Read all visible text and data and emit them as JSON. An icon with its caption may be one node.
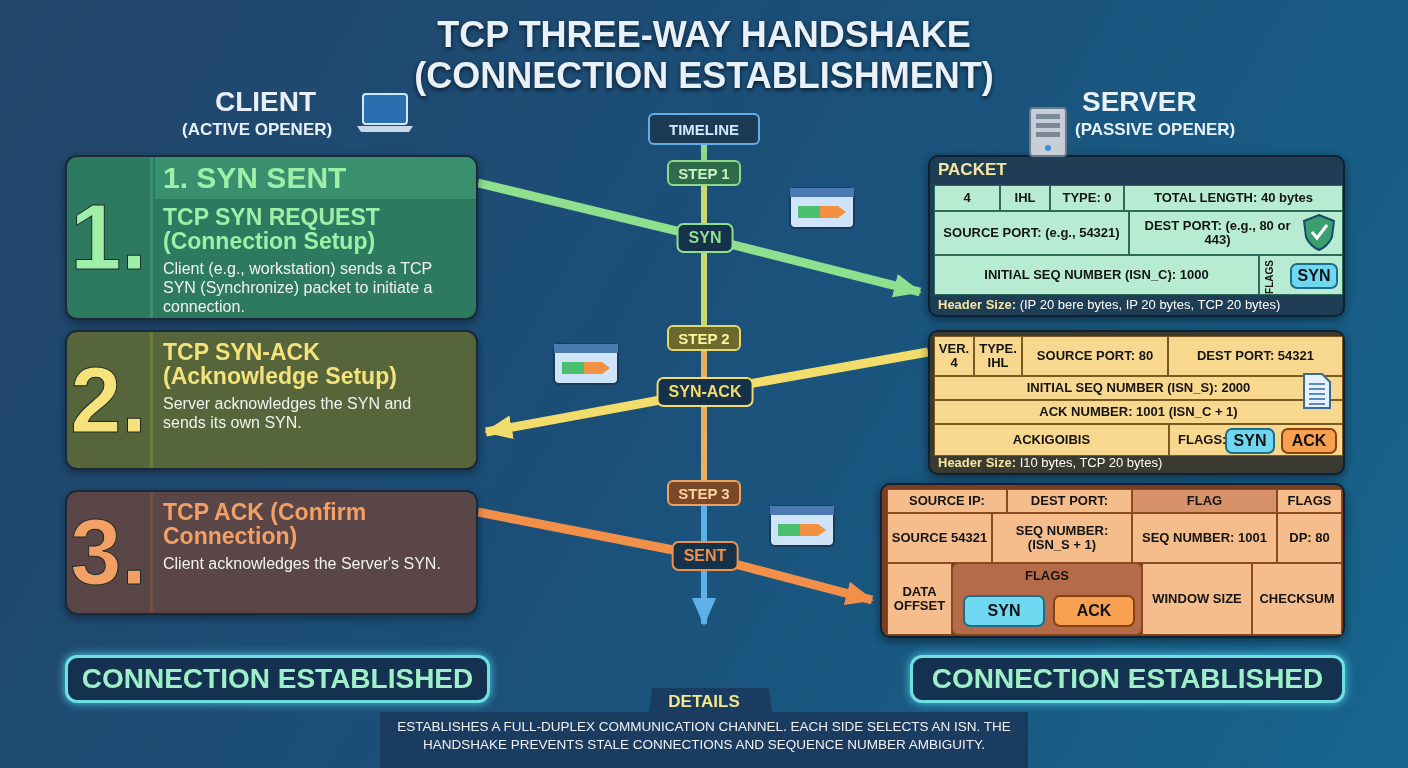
{
  "diagram": {
    "title": "TCP THREE-WAY HANDSHAKE (CONNECTION ESTABLISHMENT)",
    "nodes": [
      {
        "text": [
          "1.",
          "1. SYN SENT",
          "TCP SYN REQUEST (Connection Setup)",
          "Client (e.g., workstation) sends a TCP SYN (Synchronize) packet to initiate a connection."
        ]
      },
      {
        "text": [
          "2.",
          "TCP SYN-ACK (Acknowledge Setup)",
          "Server acknowledges the SYN and sends its own SYN."
        ]
      },
      {
        "text": [
          "3.",
          "TCP ACK (Confirm Connection)",
          "Client acknowledges the Server's SYN."
        ]
      },
      {
        "text": [
          "TIMELINE"
        ]
      },
      {
        "text": [
          "STEP 1"
        ]
      },
      {
        "text": [
          "STEP 2"
        ]
      },
      {
        "text": [
          "STEP 3"
        ]
      },
      {
        "text": [
          "PACKET",
          "**Header Size:** (IP 20 bere bytes, IP 20 bytes, TCP 20 bytes)"
        ]
      },
      {
        "text": [
          "4"
        ],
        "in": 7
      },
      {
        "text": [
          "IHL"
        ],
        "in": 7
      },
      {
        "text": [
          "TYPE: 0"
        ],
        "in": 7
      },
      {
        "text": [
          "**TOTAL LENGTH: 40** bytes"
        ],
        "in": 7
      },
      {
        "text": [
          "**SOURCE PORT:** (e.g., 54321)"
        ],
        "in": 7
      },
      {
        "text": [
          "**DEST PORT:** (e.g., 80 or 443)"
        ],
        "in": 7
      },
      {
        "text": [
          "**INITIAL SEQ NUMBER** (ISN_C): **1000**"
        ],
        "in": 7
      },
      {
        "text": [
          "FLAGS"
        ],
        "in": 7
      },
      {
        "text": [
          "SYN"
        ],
        "in": 15
      },
      {
        "text": [
          "**Header Size:** I10 bytes, TCP 20 bytes)"
        ]
      },
      {
        "text": [
          "VER. 4"
        ],
        "in": 17
      },
      {
        "text": [
          "TYPE. IHL"
        ],
        "in": 17
      },
      {
        "text": [
          "SOURCE PORT: 80"
        ],
        "in": 17
      },
      {
        "text": [
          "DEST PORT: 54321"
        ],
        "in": 17
      },
      {
        "text": [
          "INITIAL SEQ NUMBER (ISN_S): 2000"
        ],
        "in": 17
      },
      {
        "text": [
          "**ACK NUMBER: 1001** (ISN_C + 1)"
        ],
        "in": 17
      },
      {
        "text": [
          "ACKIGOIBIS"
        ],
        "in": 17
      },
      {
        "text": [
          "FLAGS:"
        ],
        "in": 17
      },
      {
        "text": [
          "SYN"
        ],
        "in": 25
      },
      {
        "text": [
          "ACK"
        ],
        "in": 25
      },
      {
        "text": [],
        "shape": "box"
      },
      {
        "text": [
          "SOURCE IP:"
        ],
        "in": 28
      },
      {
        "text": [
          "DEST PORT:"
        ],
        "in": 28
      },
      {
        "text": [
          "FLAG"
        ],
        "in": 28
      },
      {
        "text": [
          "FLAGS"
        ],
        "in": 28
      },
      {
        "text": [
          "SOURCE 54321"
        ],
        "in": 28
      },
      {
        "text": [
          "**SEQ NUMBER:** (ISN_S + 1)"
        ],
        "in": 28
      },
      {
        "text": [
          "SEQ NUMBER: 1001"
        ],
        "in": 28
      },
      {
        "text": [
          "DP: 80"
        ],
        "in": 28
      },
      {
        "text": [
          "DATA OFFSET"
        ],
        "in": 28
      },
      {
        "text": [
          "FLAGS"
        ],
        "in": 28
      },
      {
        "text": [
          "SYN"
        ],
        "in": 38
      },
      {
        "text": [
          "ACK"
        ],
        "in": 38
      },
      {
        "text": [
          "WINDOW SIZE"
        ],
        "in": 28
      },
      {
        "text": [
          "CHECKSUM"
        ],
        "in": 28
      },
      {
        "text": [
          "CONNECTION ESTABLISHED"
        ]
      },
      {
        "text": [
          "CONNECTION ESTABLISHED"
        ]
      },
      {
        "text": [
          "DETAILS",
          "ESTABLISHES A FULL-DUPLEX COMMUNICATION CHANNEL. EACH SIDE SELECTS AN ISN. THE HANDSHAKE PREVENTS STALE CONNECTIONS AND SEQUENCE NUMBER AMBIGUITY."
        ]
      }
    ],
    "edges": [
      {
        "from": 0,
        "to": 7,
        "arrow": "to",
        "label": "SYN",
        "color": "#8ee08e"
      },
      {
        "from": 17,
        "to": 1,
        "arrow": "to",
        "label": "SYN-ACK",
        "color": "#f2dc6a"
      },
      {
        "from": 2,
        "to": 28,
        "arrow": "to",
        "label": "SENT",
        "color": "#f2904a"
      },
      {
        "from": 3,
        "to": 4,
        "arrow": "none",
        "color": "#8ed88a"
      },
      {
        "from": 4,
        "to": 5,
        "arrow": "none",
        "color": "#c9d870"
      },
      {
        "from": 5,
        "to": 6,
        "arrow": "none",
        "color": "#e8b060"
      },
      {
        "from": 6,
        "to": null,
        "arrow": "to",
        "color": "#5fb0e8"
      }
    ],
    "labels": [
      "CLIENT",
      "(ACTIVE OPENER)",
      "SERVER",
      "(PASSIVE OPENER)"
    ]
  }
}
